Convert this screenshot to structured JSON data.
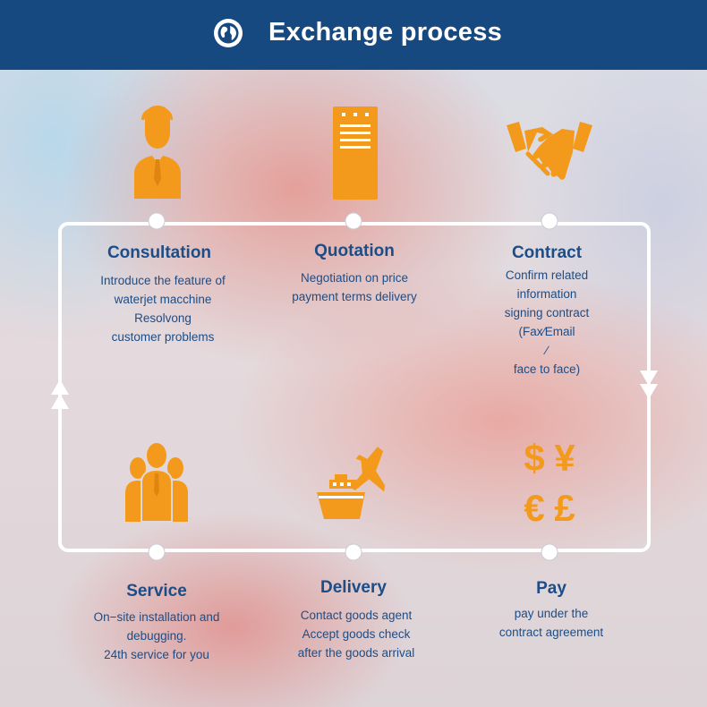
{
  "header": {
    "title": "Exchange process",
    "icon": "globe-icon"
  },
  "colors": {
    "header_bg": "#16497f",
    "accent": "#f39a1c",
    "text": "#1c4d86",
    "loop_line": "#ffffff"
  },
  "steps": {
    "consultation": {
      "title": "Consultation",
      "icon": "person-icon",
      "lines": [
        "Introduce the feature of",
        "waterjet macchine",
        "Resolvong",
        "customer problems"
      ]
    },
    "quotation": {
      "title": "Quotation",
      "icon": "document-icon",
      "lines": [
        "Negotiation on price",
        "payment terms delivery"
      ]
    },
    "contract": {
      "title": "Contract",
      "icon": "handshake-icon",
      "lines": [
        "Confirm related",
        "information",
        "signing contract",
        "(Fax∕Email",
        "∕",
        "face to face)"
      ]
    },
    "service": {
      "title": "Service",
      "icon": "group-icon",
      "lines": [
        "On−site installation and",
        "debugging.",
        "24th service for you"
      ]
    },
    "delivery": {
      "title": "Delivery",
      "icon": "ship-and-plane-icon",
      "lines": [
        "Contact goods agent",
        "Accept goods check",
        "after the goods arrival"
      ]
    },
    "pay": {
      "title": "Pay",
      "icon": "currency-icon",
      "symbols": [
        "$",
        "¥",
        "€",
        "£"
      ],
      "lines": [
        "pay under the",
        "contract agreement"
      ]
    }
  }
}
